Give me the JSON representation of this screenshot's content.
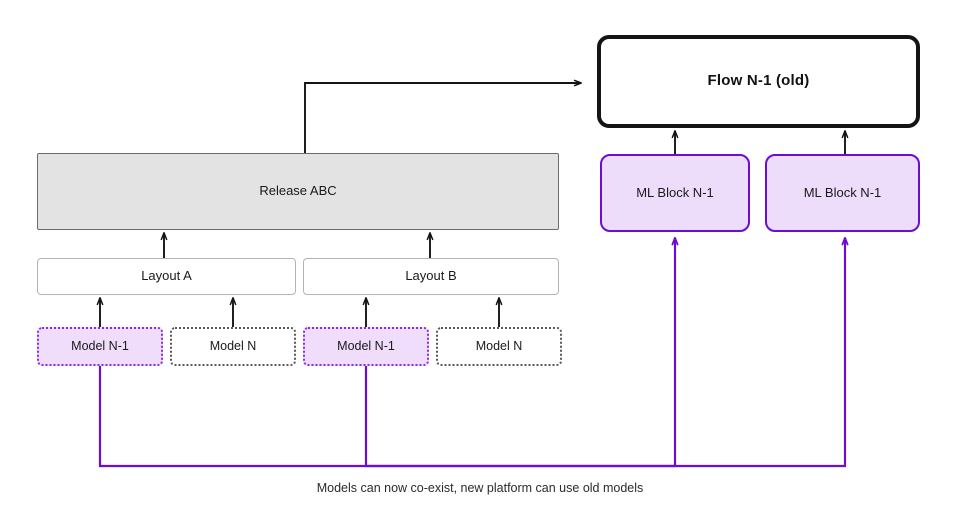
{
  "diagram": {
    "caption": "Models can now co-exist, new platform can use old models",
    "colors": {
      "purple_stroke": "#6A0DD6",
      "purple_fill": "#EEDCFB",
      "model_old_stroke": "#8A2BE2",
      "model_old_fill": "#EFDDFB",
      "release_fill": "#E3E3E3",
      "black_stroke": "#141414",
      "layout_stroke": "#b4b4b4",
      "model_new_stroke": "#595959"
    },
    "nodes": {
      "flow": {
        "label": "Flow N-1 (old)"
      },
      "ml_blocks": [
        {
          "label": "ML Block N-1"
        },
        {
          "label": "ML Block N-1"
        }
      ],
      "release": {
        "label": "Release ABC"
      },
      "layouts": [
        {
          "label": "Layout A"
        },
        {
          "label": "Layout B"
        }
      ],
      "models": [
        {
          "label": "Model N-1",
          "kind": "old"
        },
        {
          "label": "Model N",
          "kind": "new"
        },
        {
          "label": "Model N-1",
          "kind": "old"
        },
        {
          "label": "Model N",
          "kind": "new"
        }
      ]
    },
    "edges": [
      {
        "from": "release",
        "to": "flow",
        "color": "black",
        "style": "orthogonal"
      },
      {
        "from": "ml-block-1",
        "to": "flow",
        "color": "black",
        "style": "vertical"
      },
      {
        "from": "ml-block-2",
        "to": "flow",
        "color": "black",
        "style": "vertical"
      },
      {
        "from": "layout-a",
        "to": "release",
        "color": "black",
        "style": "vertical"
      },
      {
        "from": "layout-b",
        "to": "release",
        "color": "black",
        "style": "vertical"
      },
      {
        "from": "model-1",
        "to": "layout-a",
        "color": "black",
        "style": "vertical"
      },
      {
        "from": "model-2",
        "to": "layout-a",
        "color": "black",
        "style": "vertical"
      },
      {
        "from": "model-3",
        "to": "layout-b",
        "color": "black",
        "style": "vertical"
      },
      {
        "from": "model-4",
        "to": "layout-b",
        "color": "black",
        "style": "vertical"
      },
      {
        "from": "model-1",
        "to": "ml-block-1",
        "color": "purple",
        "style": "orthogonal-bus"
      },
      {
        "from": "model-3",
        "to": "ml-block-2",
        "color": "purple",
        "style": "orthogonal-bus"
      }
    ]
  }
}
